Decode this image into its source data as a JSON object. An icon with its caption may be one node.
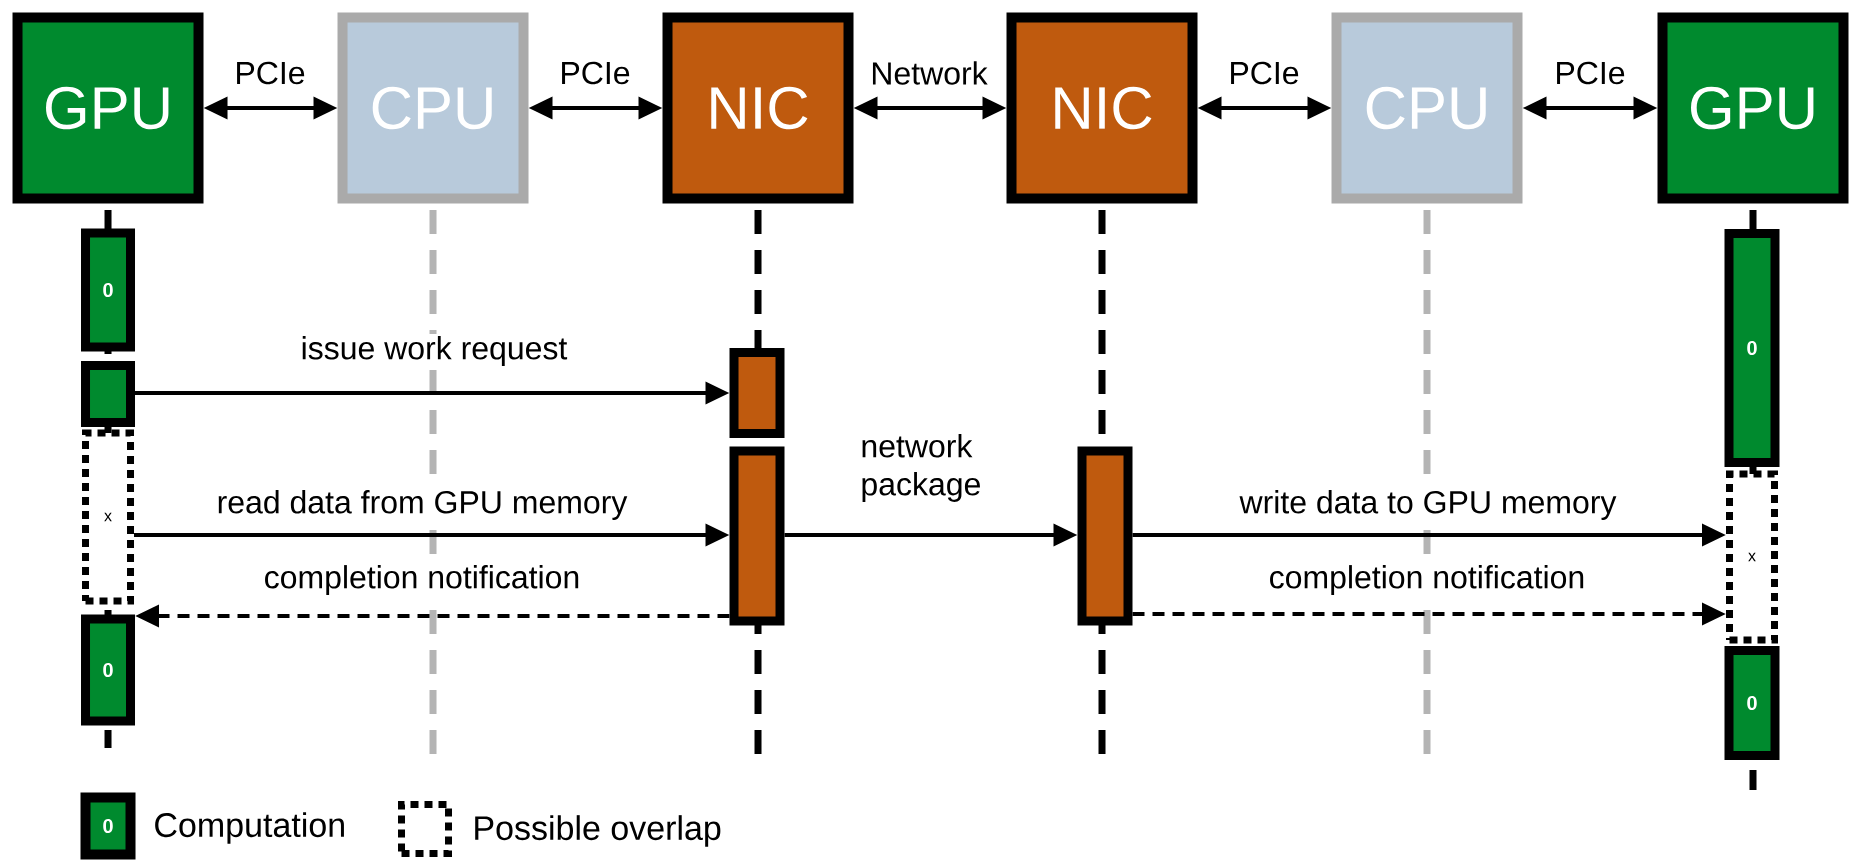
{
  "diagram": {
    "nodes": [
      {
        "text": [
          "GPU"
        ]
      },
      {
        "text": [
          "CPU"
        ]
      },
      {
        "text": [
          "NIC"
        ]
      },
      {
        "text": [
          "NIC"
        ]
      },
      {
        "text": [
          "CPU"
        ]
      },
      {
        "text": [
          "GPU"
        ]
      },
      {
        "text": [
          "0"
        ]
      },
      {
        "text": [],
        "shape": "bar"
      },
      {
        "text": [
          "x"
        ]
      },
      {
        "text": [
          "0"
        ]
      },
      {
        "text": [],
        "shape": "bar"
      },
      {
        "text": [],
        "shape": "bar"
      },
      {
        "text": [],
        "shape": "bar"
      },
      {
        "text": [
          "0"
        ]
      },
      {
        "text": [
          "x"
        ]
      },
      {
        "text": [
          "0"
        ]
      }
    ],
    "edges": [
      {
        "from": 0,
        "to": 1,
        "arrow": "both",
        "label": "PCIe"
      },
      {
        "from": 1,
        "to": 2,
        "arrow": "both",
        "label": "PCIe"
      },
      {
        "from": 2,
        "to": 3,
        "arrow": "both",
        "label": "Network"
      },
      {
        "from": 3,
        "to": 4,
        "arrow": "both",
        "label": "PCIe"
      },
      {
        "from": 4,
        "to": 5,
        "arrow": "both",
        "label": "PCIe"
      },
      {
        "from": 7,
        "to": 10,
        "arrow": "to",
        "label": "issue work request"
      },
      {
        "from": 8,
        "to": 11,
        "arrow": "to",
        "label": "read data from GPU memory"
      },
      {
        "from": 11,
        "to": 9,
        "arrow": "to",
        "label": "completion notification",
        "style": "dashed"
      },
      {
        "from": 11,
        "to": 12,
        "arrow": "to",
        "label": "network package"
      },
      {
        "from": 12,
        "to": 14,
        "arrow": "to",
        "label": "write data to GPU memory"
      },
      {
        "from": 12,
        "to": 14,
        "arrow": "to",
        "label": "completion notification",
        "style": "dashed"
      }
    ],
    "labels": [
      "0"
    ],
    "legend": [
      {
        "text": "Computation",
        "color": "#008a2e"
      },
      {
        "text": "Possible overlap"
      }
    ]
  }
}
